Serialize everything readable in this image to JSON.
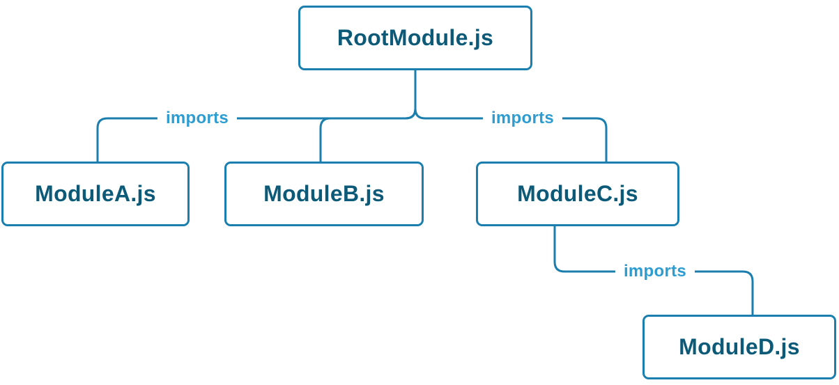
{
  "diagram": {
    "colors": {
      "background": "#ffffff",
      "line": "#1a7fae",
      "node_border": "#1a7fae",
      "node_text": "#0d5a78",
      "edge_label": "#2d9cd0"
    },
    "nodes": [
      {
        "id": "root",
        "label": "RootModule.js"
      },
      {
        "id": "moduleA",
        "label": "ModuleA.js"
      },
      {
        "id": "moduleB",
        "label": "ModuleB.js"
      },
      {
        "id": "moduleC",
        "label": "ModuleC.js"
      },
      {
        "id": "moduleD",
        "label": "ModuleD.js"
      }
    ],
    "edges": [
      {
        "from": "RootModule.js",
        "to": [
          "ModuleA.js",
          "ModuleB.js"
        ],
        "label": "imports"
      },
      {
        "from": "RootModule.js",
        "to": [
          "ModuleC.js"
        ],
        "label": "imports"
      },
      {
        "from": "ModuleC.js",
        "to": [
          "ModuleD.js"
        ],
        "label": "imports"
      }
    ]
  }
}
